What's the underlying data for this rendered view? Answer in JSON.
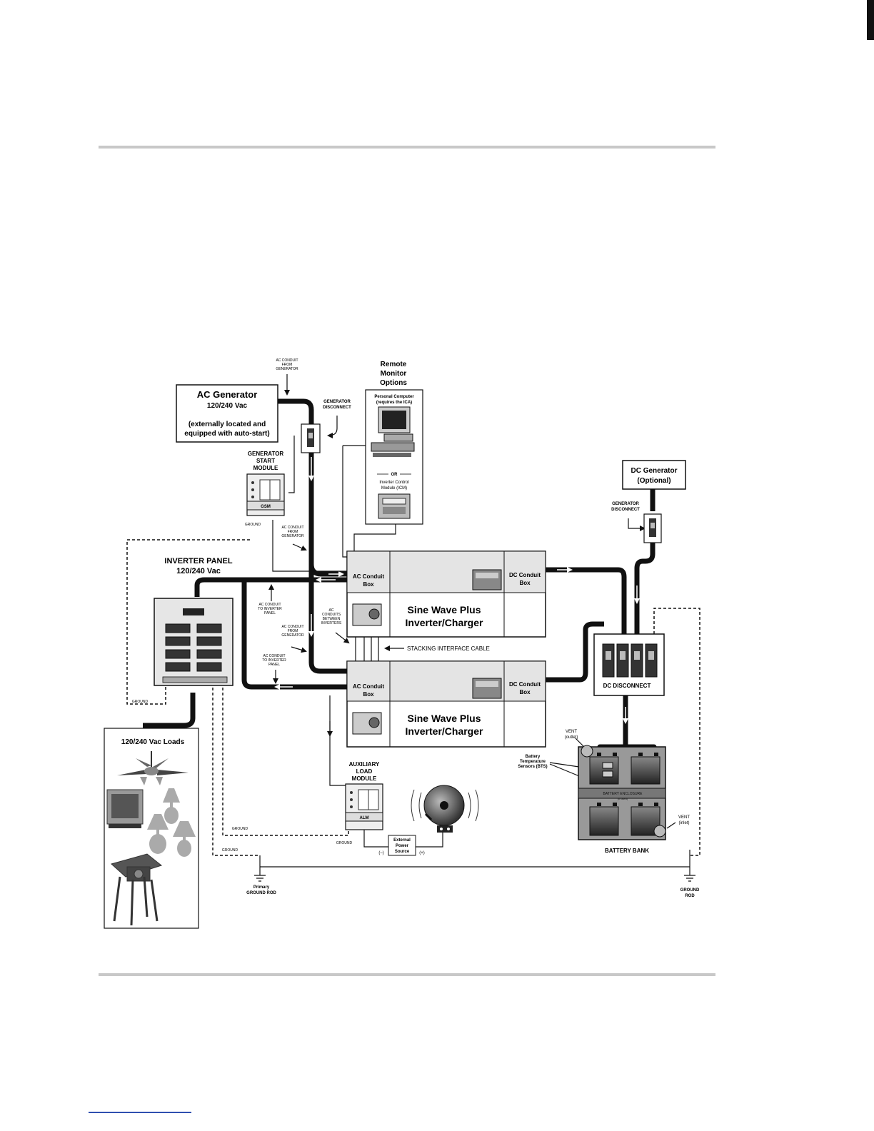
{
  "colors": {
    "rule": "#c8c8c8",
    "footer_link": "#2f4fb0",
    "ink": "#111111",
    "panel_fill": "#e8e8e8",
    "dark": "#333333"
  },
  "labels": {
    "ac_conduit_from_generator_top": [
      "AC CONDUIT",
      "FROM",
      "GENERATOR"
    ],
    "remote_monitor": [
      "Remote",
      "Monitor",
      "Options"
    ],
    "ac_generator_title": "AC Generator",
    "ac_generator_voltage": "120/240 Vac",
    "ac_generator_note": [
      "(externally located and",
      "equipped with auto-start)"
    ],
    "generator_disconnect_ac": [
      "GENERATOR",
      "DISCONNECT"
    ],
    "personal_computer": [
      "Personal Computer",
      "(requires the ICA)"
    ],
    "or": "OR",
    "icm": [
      "Inverter Control",
      "Module (ICM)"
    ],
    "gsm_title": [
      "GENERATOR",
      "START",
      "MODULE"
    ],
    "gsm_label": "GSM",
    "ground": "GROUND",
    "ac_conduit_from_generator_mid": [
      "AC CONDUIT",
      "FROM",
      "GENERATOR"
    ],
    "dc_generator": [
      "DC Generator",
      "(Optional)"
    ],
    "generator_disconnect_dc": [
      "GENERATOR",
      "DISCONNECT"
    ],
    "inverter_panel": [
      "INVERTER PANEL",
      "120/240 Vac"
    ],
    "ac_conduit_box": [
      "AC Conduit",
      "Box"
    ],
    "dc_conduit_box": [
      "DC Conduit",
      "Box"
    ],
    "sine_wave": [
      "Sine Wave Plus",
      "Inverter/Charger"
    ],
    "ac_conduit_to_panel_1": [
      "AC CONDUIT",
      "TO INVERTER",
      "PANEL"
    ],
    "ac_conduits_between": [
      "AC",
      "CONDUITS",
      "BETWEEN",
      "INVERTERS"
    ],
    "ac_conduit_from_generator_low": [
      "AC CONDUIT",
      "FROM",
      "GENERATOR"
    ],
    "stacking_cable": "STACKING INTERFACE CABLE",
    "ac_conduit_to_panel_2": [
      "AC CONDUIT",
      "TO INVERTER",
      "PANEL"
    ],
    "dc_disconnect": "DC DISCONNECT",
    "loads_title": "120/240 Vac Loads",
    "vent_outlet": [
      "VENT",
      "(outlet)"
    ],
    "bts": [
      "Battery",
      "Temperature",
      "Sensors (BTS)"
    ],
    "alm_title": [
      "AUXILIARY",
      "LOAD",
      "MODULE"
    ],
    "alm_label": "ALM",
    "battery_enclosure": [
      "BATTERY ENCLOSURE",
      "(if used)"
    ],
    "vent_inlet": [
      "VENT",
      "(inlet)"
    ],
    "external_power": [
      "External",
      "Power",
      "Source"
    ],
    "minus": "(–)",
    "plus": "(+)",
    "battery_bank": "BATTERY BANK",
    "primary_ground": [
      "Primary",
      "GROUND ROD"
    ],
    "ground_rod": [
      "GROUND",
      "ROD"
    ]
  }
}
